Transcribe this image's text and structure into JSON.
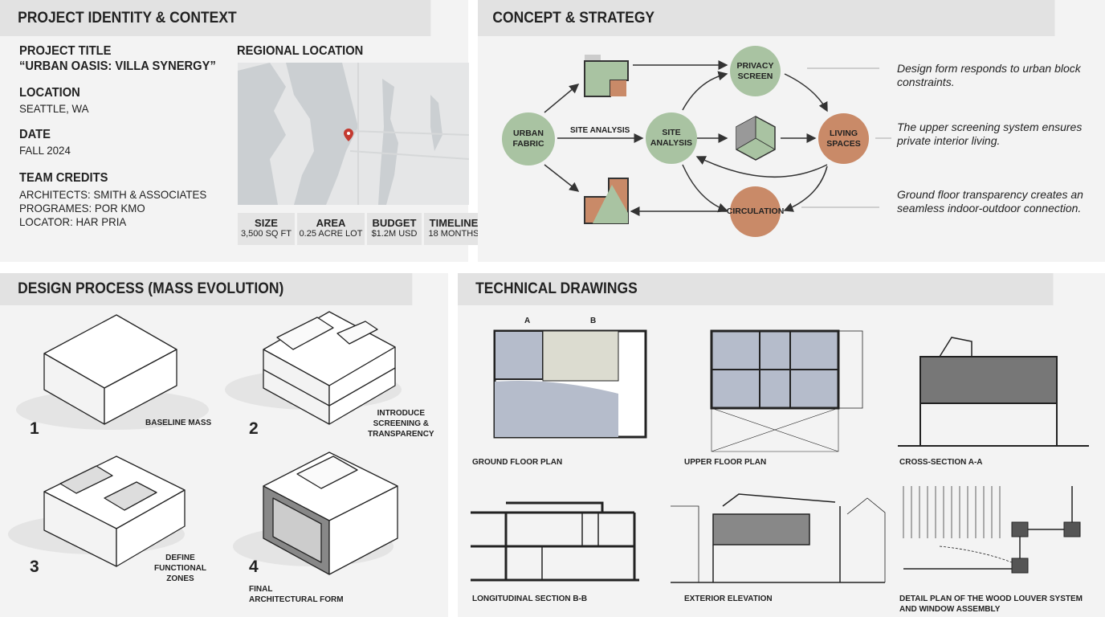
{
  "identity": {
    "header": "PROJECT IDENTITY & CONTEXT",
    "project_title_label": "PROJECT TITLE",
    "project_title": "“URBAN OASIS: VILLA SYNERGY”",
    "location_label": "LOCATION",
    "location": "SEATTLE, WA",
    "date_label": "DATE",
    "date": "FALL 2024",
    "team_label": "TEAM CREDITS",
    "team": [
      "ARCHITECTS: SMITH & ASSOCIATES",
      "PROGRAMES: POR KMO",
      "LOCATOR: HAR PRIA"
    ],
    "map_label": "REGIONAL LOCATION",
    "stats": [
      {
        "label": "SIZE",
        "value": "3,500 SQ FT"
      },
      {
        "label": "AREA",
        "value": "0.25 ACRE LOT"
      },
      {
        "label": "BUDGET",
        "value": "$1.2M USD"
      },
      {
        "label": "TIMELINE",
        "value": "18 MONTHS"
      }
    ]
  },
  "concept": {
    "header": "CONCEPT & STRATEGY",
    "nodes": {
      "urban": "URBAN\nFABRIC",
      "site": "SITE\nANALYSIS",
      "privacy": "PRIVACY\nSCREEN",
      "living": "LIVING\nSPACES",
      "circulation": "CIRCULATION"
    },
    "edge_label": "SITE ANALYSIS",
    "notes": [
      "Design form responds to urban block constraints.",
      "The upper screening system ensures private interior living.",
      "Ground floor transparency creates an seamless indoor-outdoor connection."
    ],
    "colors": {
      "green": "#a9c3a2",
      "terracotta": "#c98a68"
    }
  },
  "process": {
    "header": "DESIGN PROCESS (MASS EVOLUTION)",
    "steps": [
      {
        "num": "1",
        "label": "BASELINE MASS"
      },
      {
        "num": "2",
        "label": "INTRODUCE\nSCREENING &\nTRANSPARENCY"
      },
      {
        "num": "3",
        "label": "DEFINE\nFUNCTIONAL\nZONES"
      },
      {
        "num": "4",
        "label": "FINAL\nARCHITECTURAL FORM"
      }
    ]
  },
  "technical": {
    "header": "TECHNICAL DRAWINGS",
    "drawings": [
      "GROUND FLOOR PLAN",
      "UPPER FLOOR PLAN",
      "CROSS-SECTION A-A",
      "LONGITUDINAL SECTION B-B",
      "EXTERIOR ELEVATION",
      "DETAIL PLAN OF THE WOOD LOUVER SYSTEM AND WINDOW ASSEMBLY"
    ],
    "section_marks": [
      "A",
      "B"
    ]
  }
}
